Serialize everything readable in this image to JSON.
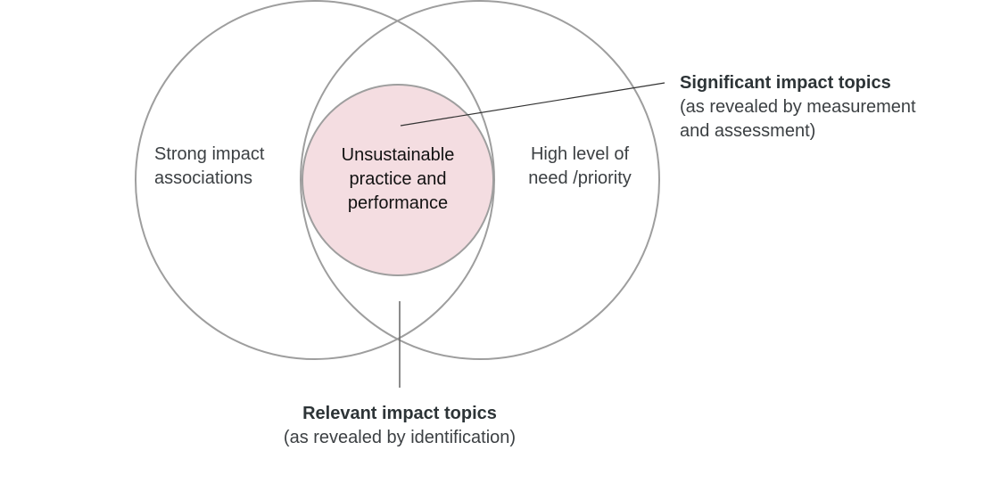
{
  "left_circle_label": {
    "line1": "Strong impact",
    "line2": "associations"
  },
  "right_circle_label": {
    "line1": "High level of",
    "line2": "need /priority"
  },
  "inner_circle_label": {
    "line1": "Unsustainable",
    "line2": "practice and",
    "line3": "performance"
  },
  "significant_callout": {
    "title": "Significant impact topics",
    "line1": "(as revealed by measurement",
    "line2": "and assessment)"
  },
  "relevant_callout": {
    "title": "Relevant impact topics",
    "line1": "(as revealed by identification)"
  },
  "colors": {
    "circle_stroke": "#9e9e9e",
    "inner_fill": "#f4dde1",
    "leader_line": "#333333"
  }
}
